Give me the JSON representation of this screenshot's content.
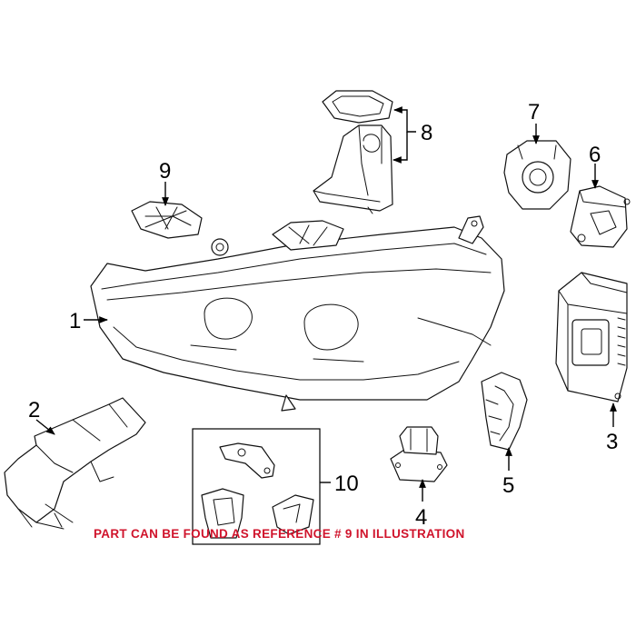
{
  "callouts": {
    "c1": "1",
    "c2": "2",
    "c3": "3",
    "c4": "4",
    "c5": "5",
    "c6": "6",
    "c7": "7",
    "c8": "8",
    "c9": "9",
    "c10": "10"
  },
  "note": "PART CAN BE FOUND AS REFERENCE # 9 IN ILLUSTRATION",
  "colors": {
    "note": "#d0142c",
    "line": "#111111",
    "background": "#ffffff"
  }
}
